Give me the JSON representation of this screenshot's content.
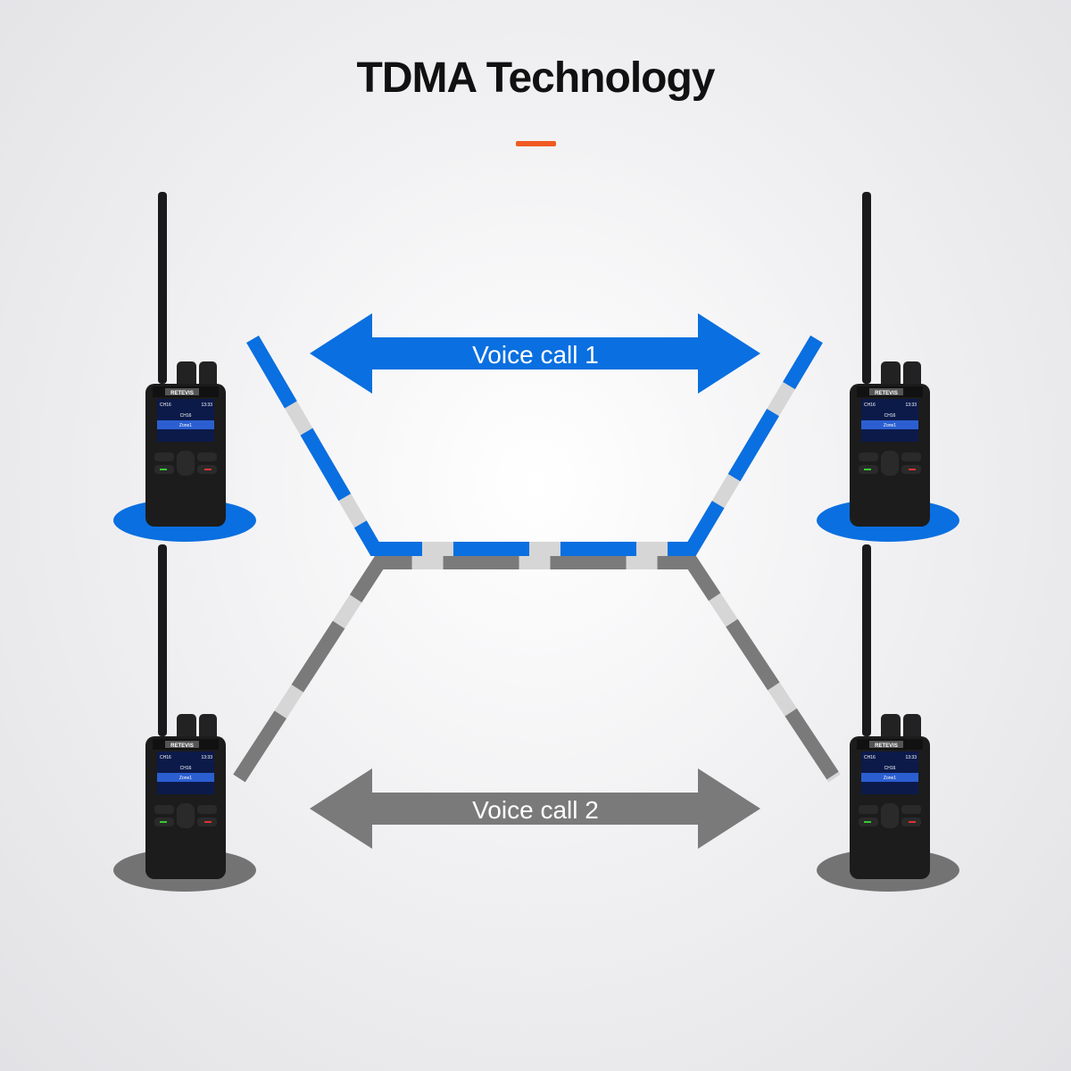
{
  "title": "TDMA Technology",
  "calls": [
    {
      "label": "Voice call 1",
      "color": "#0a6fe0"
    },
    {
      "label": "Voice call 2",
      "color": "#7a7a7a"
    }
  ],
  "accent_color": "#f05a22",
  "radio": {
    "brand": "RETEVIS",
    "channel": "CH16",
    "zone": "Zone1",
    "time": "13:33"
  }
}
